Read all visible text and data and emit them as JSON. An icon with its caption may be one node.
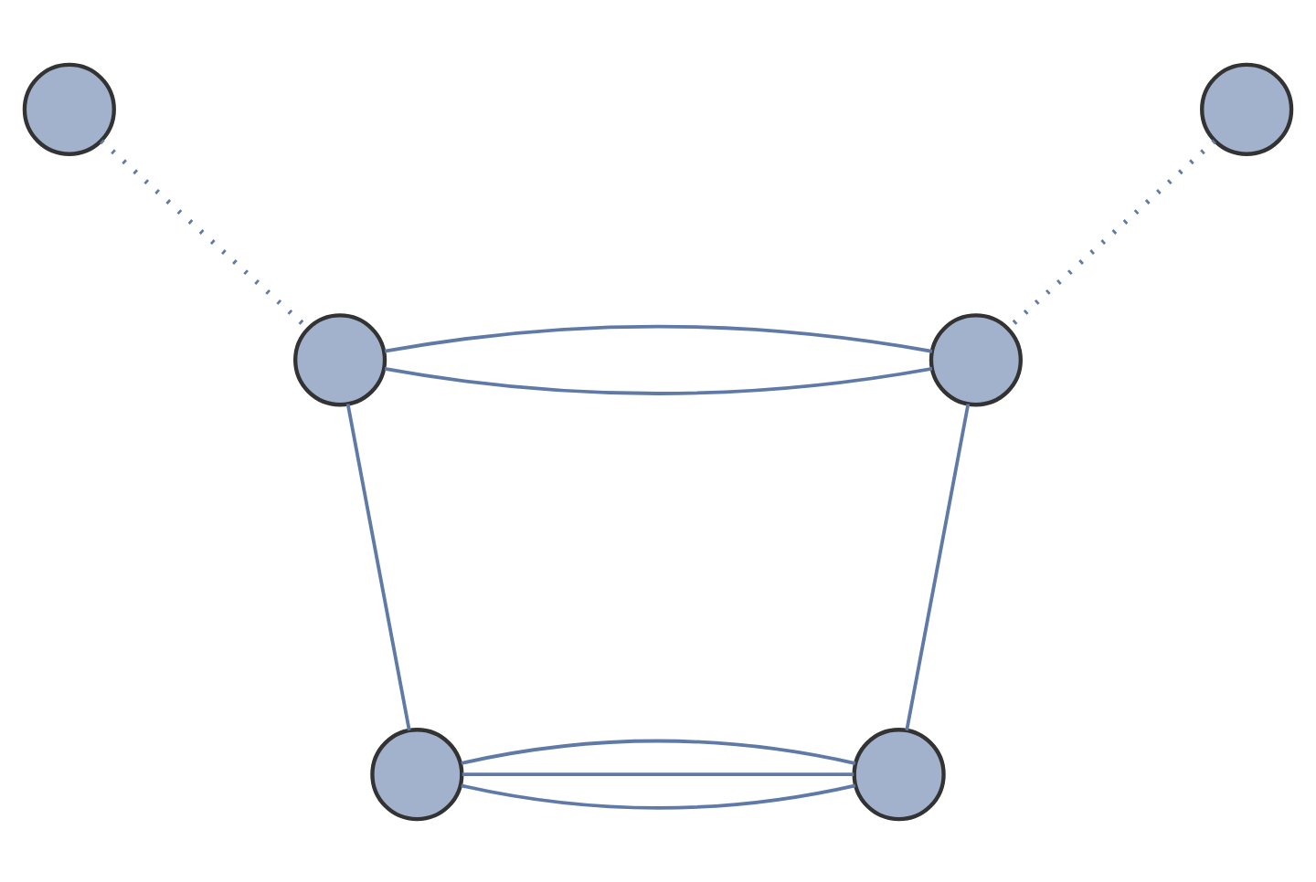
{
  "diagram": {
    "nodes": [
      {
        "text": [],
        "shape": "circle"
      },
      {
        "text": [],
        "shape": "circle"
      },
      {
        "text": [],
        "shape": "circle"
      },
      {
        "text": [],
        "shape": "circle"
      },
      {
        "text": [],
        "shape": "circle"
      },
      {
        "text": [],
        "shape": "circle"
      }
    ],
    "edges": [
      {
        "from": 0,
        "to": 2,
        "arrow": "none",
        "style": "dashed"
      },
      {
        "from": 1,
        "to": 3,
        "arrow": "none",
        "style": "dashed"
      },
      {
        "from": 2,
        "to": 3,
        "arrow": "none"
      },
      {
        "from": 2,
        "to": 3,
        "arrow": "none"
      },
      {
        "from": 2,
        "to": 4,
        "arrow": "none"
      },
      {
        "from": 3,
        "to": 5,
        "arrow": "none"
      },
      {
        "from": 4,
        "to": 5,
        "arrow": "none"
      },
      {
        "from": 4,
        "to": 5,
        "arrow": "none"
      },
      {
        "from": 4,
        "to": 5,
        "arrow": "none"
      }
    ]
  }
}
